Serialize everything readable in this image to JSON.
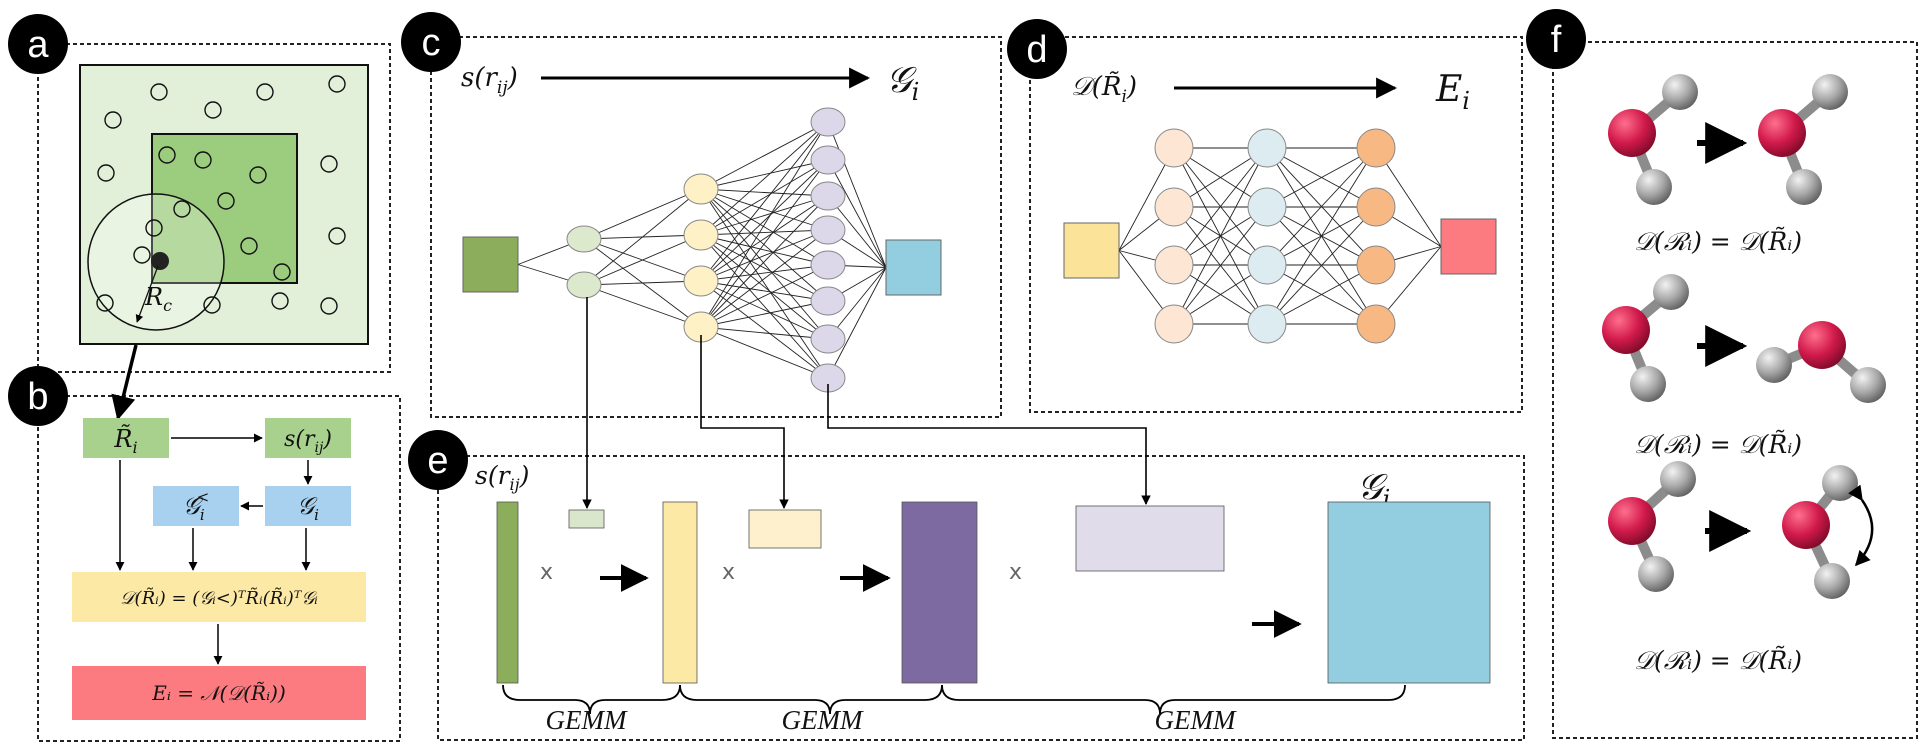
{
  "panels": {
    "a": "a",
    "b": "b",
    "c": "c",
    "d": "d",
    "e": "e",
    "f": "f"
  },
  "panel_a": {
    "cutoff_label": "R",
    "cutoff_sub": "c"
  },
  "panel_b": {
    "env_matrix_label": "R̃",
    "env_matrix_sub": "i",
    "s_label": "s(r",
    "s_sub": "ij",
    "s_close": ")",
    "g_lt_label": "𝒢",
    "g_lt_sub": "i",
    "g_lt_sup": "<",
    "g_label": "𝒢",
    "g_sub": "i",
    "descriptor_eq": "𝒟(R̃ᵢ) = (𝒢ᵢ<)ᵀR̃ᵢ(R̃ᵢ)ᵀ𝒢ᵢ",
    "energy_eq": "Eᵢ = 𝒩(𝒟(R̃ᵢ))"
  },
  "panel_c": {
    "input_label": "s(r",
    "input_sub": "ij",
    "input_close": ")",
    "output_label": "𝒢",
    "output_sub": "i"
  },
  "panel_d": {
    "input_label": "𝒟(R̃",
    "input_sub": "i",
    "input_close": ")",
    "output_label": "E",
    "output_sub": "i"
  },
  "panel_e": {
    "input_label": "s(r",
    "input_sub": "ij",
    "input_close": ")",
    "output_label": "𝒢",
    "output_sub": "i",
    "times_symbol": "x",
    "gemm_labels": [
      "GEMM",
      "GEMM",
      "GEMM"
    ]
  },
  "panel_f": {
    "equations": [
      "𝒟(ℛᵢ) = 𝒟(R̃ᵢ)",
      "𝒟(ℛᵢ) = 𝒟(R̃ᵢ)",
      "𝒟(ℛᵢ) = 𝒟(R̃ᵢ)"
    ]
  },
  "colors": {
    "light_green": "#e3f0d9",
    "mid_green": "#9ccc7e",
    "box_green": "#a9d18e",
    "olive_green": "#8cad5b",
    "light_blue": "#a8d0ef",
    "teal_blue": "#92cde0",
    "yellow": "#fde9a6",
    "salmon": "#fb7b80",
    "purple": "#7d6aa0",
    "lavender": "#e0dcea",
    "oxygen_red": "#cf1a4b",
    "hydrogen_gray": "#a6a6a6"
  }
}
